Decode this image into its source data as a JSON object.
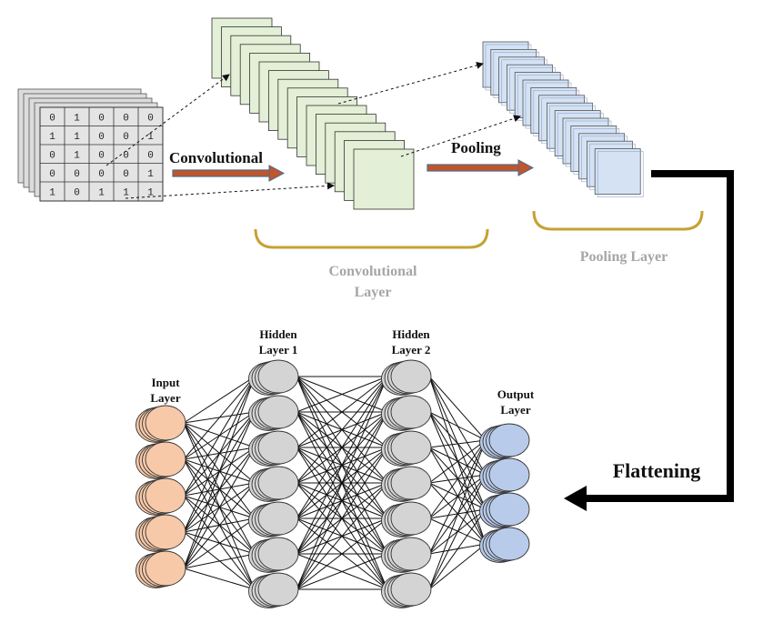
{
  "input_matrix": {
    "rows": [
      [
        "0",
        "1",
        "0",
        "0",
        "0"
      ],
      [
        "1",
        "1",
        "0",
        "0",
        "1"
      ],
      [
        "0",
        "1",
        "0",
        "0",
        "0"
      ],
      [
        "0",
        "0",
        "0",
        "0",
        "1"
      ],
      [
        "1",
        "0",
        "1",
        "1",
        "1"
      ]
    ]
  },
  "labels": {
    "convolutional_arrow": "Convolutional",
    "pooling_arrow": "Pooling",
    "conv_layer_line1": "Convolutional",
    "conv_layer_line2": "Layer",
    "pooling_layer": "Pooling Layer",
    "flattening": "Flattening",
    "input_line1": "Input",
    "input_line2": "Layer",
    "hidden1_line1": "Hidden",
    "hidden1_line2": "Layer 1",
    "hidden2_line1": "Hidden",
    "hidden2_line2": "Layer 2",
    "output_line1": "Output",
    "output_line2": "Layer"
  },
  "network": {
    "input_nodes": 5,
    "hidden1_nodes": 7,
    "hidden2_nodes": 7,
    "output_nodes": 4
  },
  "colors": {
    "input_node": "#f7c9a8",
    "hidden_node": "#d4d4d4",
    "output_node": "#b9cbea",
    "conv_feature_map": "#e3efd6",
    "pool_feature_map": "#d5e2f3",
    "bracket": "#c5a233",
    "arrow_fill": "#c0562a",
    "arrow_edge": "#4e6a8e",
    "flatten_arrow": "#000000",
    "label_gray": "#a6a6a6"
  }
}
